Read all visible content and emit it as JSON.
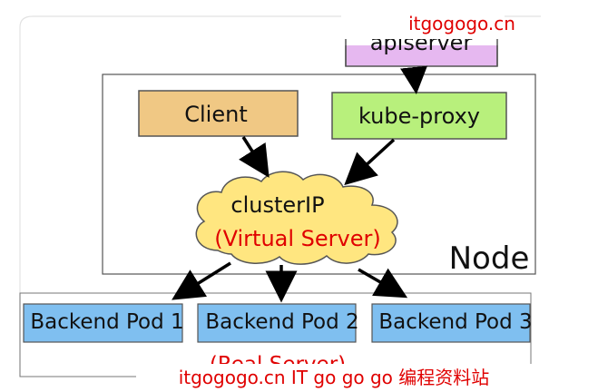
{
  "watermark_top": "itgogogo.cn",
  "watermark_bottom": "itgogogo.cn IT go go go 编程资料站",
  "nodes": {
    "apiserver": "apiserver",
    "client": "Client",
    "kube_proxy": "kube-proxy",
    "cluster_ip": "clusterIP",
    "virtual_server": "(Virtual Server)",
    "node_label": "Node",
    "pod1": "Backend Pod 1",
    "pod2": "Backend Pod 2",
    "pod3": "Backend Pod 3",
    "real_server": "(Real Server)"
  },
  "colors": {
    "client": "#f0c884",
    "kube_proxy": "#b8f07c",
    "apiserver": "#e6b8f0",
    "cloud": "#ffe680",
    "pod": "#7fbff0",
    "watermark": "#e00000"
  }
}
